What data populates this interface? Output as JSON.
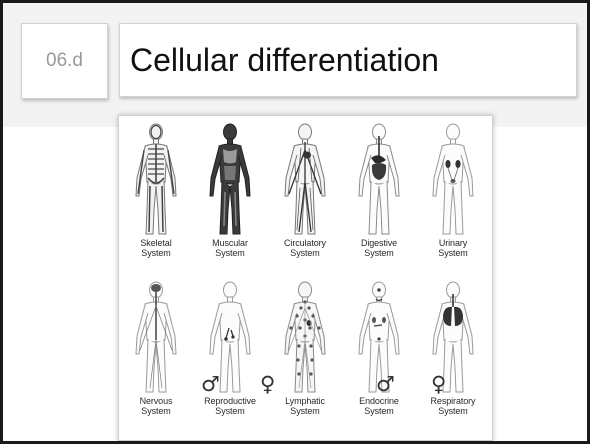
{
  "slide": {
    "section_number": "06.d",
    "title": "Cellular differentiation"
  },
  "figure": {
    "rows": [
      [
        {
          "line1": "Skeletal",
          "line2": "System",
          "icon": "skeletal-system-icon"
        },
        {
          "line1": "Muscular",
          "line2": "System",
          "icon": "muscular-system-icon"
        },
        {
          "line1": "Circulatory",
          "line2": "System",
          "icon": "circulatory-system-icon"
        },
        {
          "line1": "Digestive",
          "line2": "System",
          "icon": "digestive-system-icon"
        },
        {
          "line1": "Urinary",
          "line2": "System",
          "icon": "urinary-system-icon"
        }
      ],
      [
        {
          "line1": "Nervous",
          "line2": "System",
          "icon": "nervous-system-icon"
        },
        {
          "line1": "Reproductive",
          "line2": "System",
          "icon": "reproductive-system-icon"
        },
        {
          "line1": "Lymphatic",
          "line2": "System",
          "icon": "lymphatic-system-icon"
        },
        {
          "line1": "Endocrine",
          "line2": "System",
          "icon": "endocrine-system-icon"
        },
        {
          "line1": "Respiratory",
          "line2": "System",
          "icon": "respiratory-system-icon"
        }
      ]
    ],
    "male_symbol": "♂",
    "female_symbol": "♀"
  }
}
